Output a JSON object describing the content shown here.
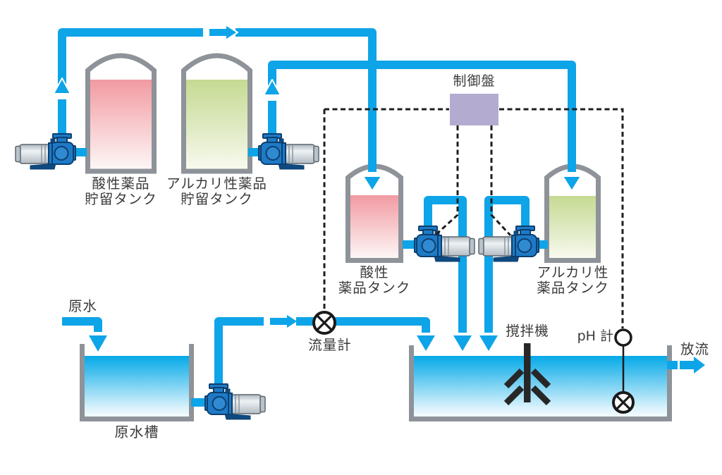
{
  "diagram_type": "process-flow-diagram",
  "labels": {
    "acid_storage_tank": "酸性薬品\n貯留タンク",
    "alkali_storage_tank": "アルカリ性薬品\n貯留タンク",
    "control_panel": "制御盤",
    "acid_dosing_tank": "酸性\n薬品タンク",
    "alkali_dosing_tank": "アルカリ性\n薬品タンク",
    "raw_water": "原水",
    "raw_water_tank": "原水槽",
    "flow_meter": "流量計",
    "agitator": "撹拌機",
    "ph_meter": "pH 計",
    "discharge": "放流"
  },
  "colors": {
    "pipe": "#0ea4e8",
    "pump_body": "#1e7ac6",
    "pump_outline": "#0c3f6e",
    "motor_gray": "#ccd3d9",
    "tank_wall": "#8e9399",
    "control_panel_fill": "#b3abd0",
    "acid_liquid_top": "#f29aa2",
    "alkali_liquid_top": "#c6da92",
    "water_top": "#06a9e8",
    "signal_line": "#1f1f1f",
    "label_text": "#3a3a3a"
  },
  "icons": {
    "flow_meter": "circle-with-x-valve",
    "ph_sensor": "circle-with-x-probe",
    "ph_transmitter": "open-circle",
    "agitator": "shaft-with-blades",
    "flow_direction": "cyan-arrow"
  }
}
